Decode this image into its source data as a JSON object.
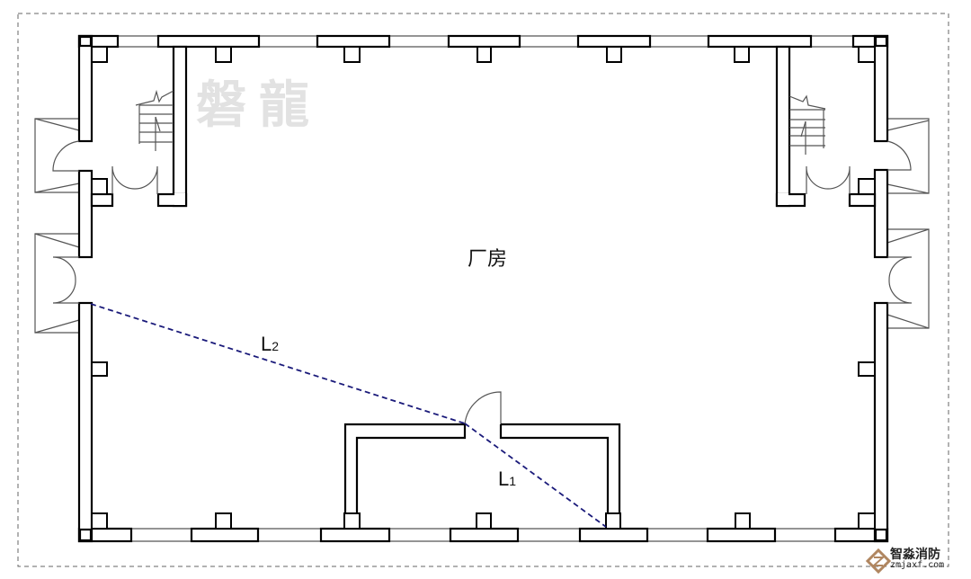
{
  "watermark": "磐龍",
  "room_label": "厂房",
  "paths": [
    {
      "letter": "L",
      "subscript": "2"
    },
    {
      "letter": "L",
      "subscript": "1"
    }
  ],
  "logo": {
    "name": "智淼消防",
    "url_text": "zmjaxf.com"
  },
  "colors": {
    "evacuation_path": "#1a1a7a",
    "walls": "#000000"
  }
}
